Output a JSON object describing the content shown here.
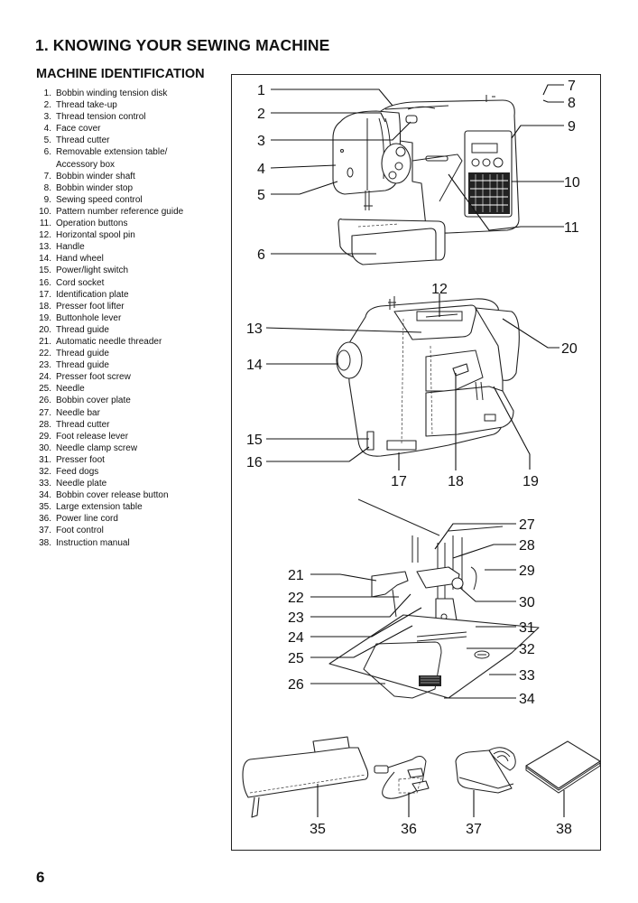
{
  "header": {
    "chapter_title": "1. KNOWING YOUR SEWING MACHINE",
    "section_title": "MACHINE IDENTIFICATION"
  },
  "parts": [
    {
      "num": "1.",
      "name": "Bobbin winding tension disk"
    },
    {
      "num": "2.",
      "name": "Thread take-up"
    },
    {
      "num": "3.",
      "name": "Thread tension control"
    },
    {
      "num": "4.",
      "name": "Face cover"
    },
    {
      "num": "5.",
      "name": "Thread cutter"
    },
    {
      "num": "6.",
      "name": "Removable extension table/"
    },
    {
      "num": "",
      "name": "Accessory box"
    },
    {
      "num": "7.",
      "name": "Bobbin winder shaft"
    },
    {
      "num": "8.",
      "name": "Bobbin winder stop"
    },
    {
      "num": "9.",
      "name": "Sewing speed control"
    },
    {
      "num": "10.",
      "name": "Pattern number reference guide"
    },
    {
      "num": "11.",
      "name": "Operation buttons"
    },
    {
      "num": "12.",
      "name": "Horizontal spool pin"
    },
    {
      "num": "13.",
      "name": "Handle"
    },
    {
      "num": "14.",
      "name": "Hand wheel"
    },
    {
      "num": "15.",
      "name": "Power/light switch"
    },
    {
      "num": "16.",
      "name": "Cord socket"
    },
    {
      "num": "17.",
      "name": "Identification plate"
    },
    {
      "num": "18.",
      "name": "Presser foot lifter"
    },
    {
      "num": "19.",
      "name": "Buttonhole lever"
    },
    {
      "num": "20.",
      "name": "Thread guide"
    },
    {
      "num": "21.",
      "name": "Automatic needle threader"
    },
    {
      "num": "22.",
      "name": "Thread guide"
    },
    {
      "num": "23.",
      "name": "Thread guide"
    },
    {
      "num": "24.",
      "name": "Presser foot screw"
    },
    {
      "num": "25.",
      "name": "Needle"
    },
    {
      "num": "26.",
      "name": "Bobbin cover plate"
    },
    {
      "num": "27.",
      "name": "Needle bar"
    },
    {
      "num": "28.",
      "name": "Thread cutter"
    },
    {
      "num": "29.",
      "name": "Foot release lever"
    },
    {
      "num": "30.",
      "name": "Needle clamp screw"
    },
    {
      "num": "31.",
      "name": "Presser foot"
    },
    {
      "num": "32.",
      "name": "Feed dogs"
    },
    {
      "num": "33.",
      "name": "Needle plate"
    },
    {
      "num": "34.",
      "name": "Bobbin cover release button"
    },
    {
      "num": "35.",
      "name": "Large extension table"
    },
    {
      "num": "36.",
      "name": "Power line cord"
    },
    {
      "num": "37.",
      "name": "Foot control"
    },
    {
      "num": "38.",
      "name": "Instruction manual"
    }
  ],
  "diagram": {
    "front_view_callouts": [
      "1",
      "2",
      "3",
      "4",
      "5",
      "6",
      "7",
      "8",
      "9",
      "10",
      "11"
    ],
    "rear_view_callouts": [
      "12",
      "13",
      "14",
      "15",
      "16",
      "17",
      "18",
      "19",
      "20"
    ],
    "needle_area_callouts": [
      "21",
      "22",
      "23",
      "24",
      "25",
      "26",
      "27",
      "28",
      "29",
      "30",
      "31",
      "32",
      "33",
      "34"
    ],
    "accessory_callouts": [
      "35",
      "36",
      "37",
      "38"
    ]
  },
  "footer": {
    "page_number": "6"
  }
}
